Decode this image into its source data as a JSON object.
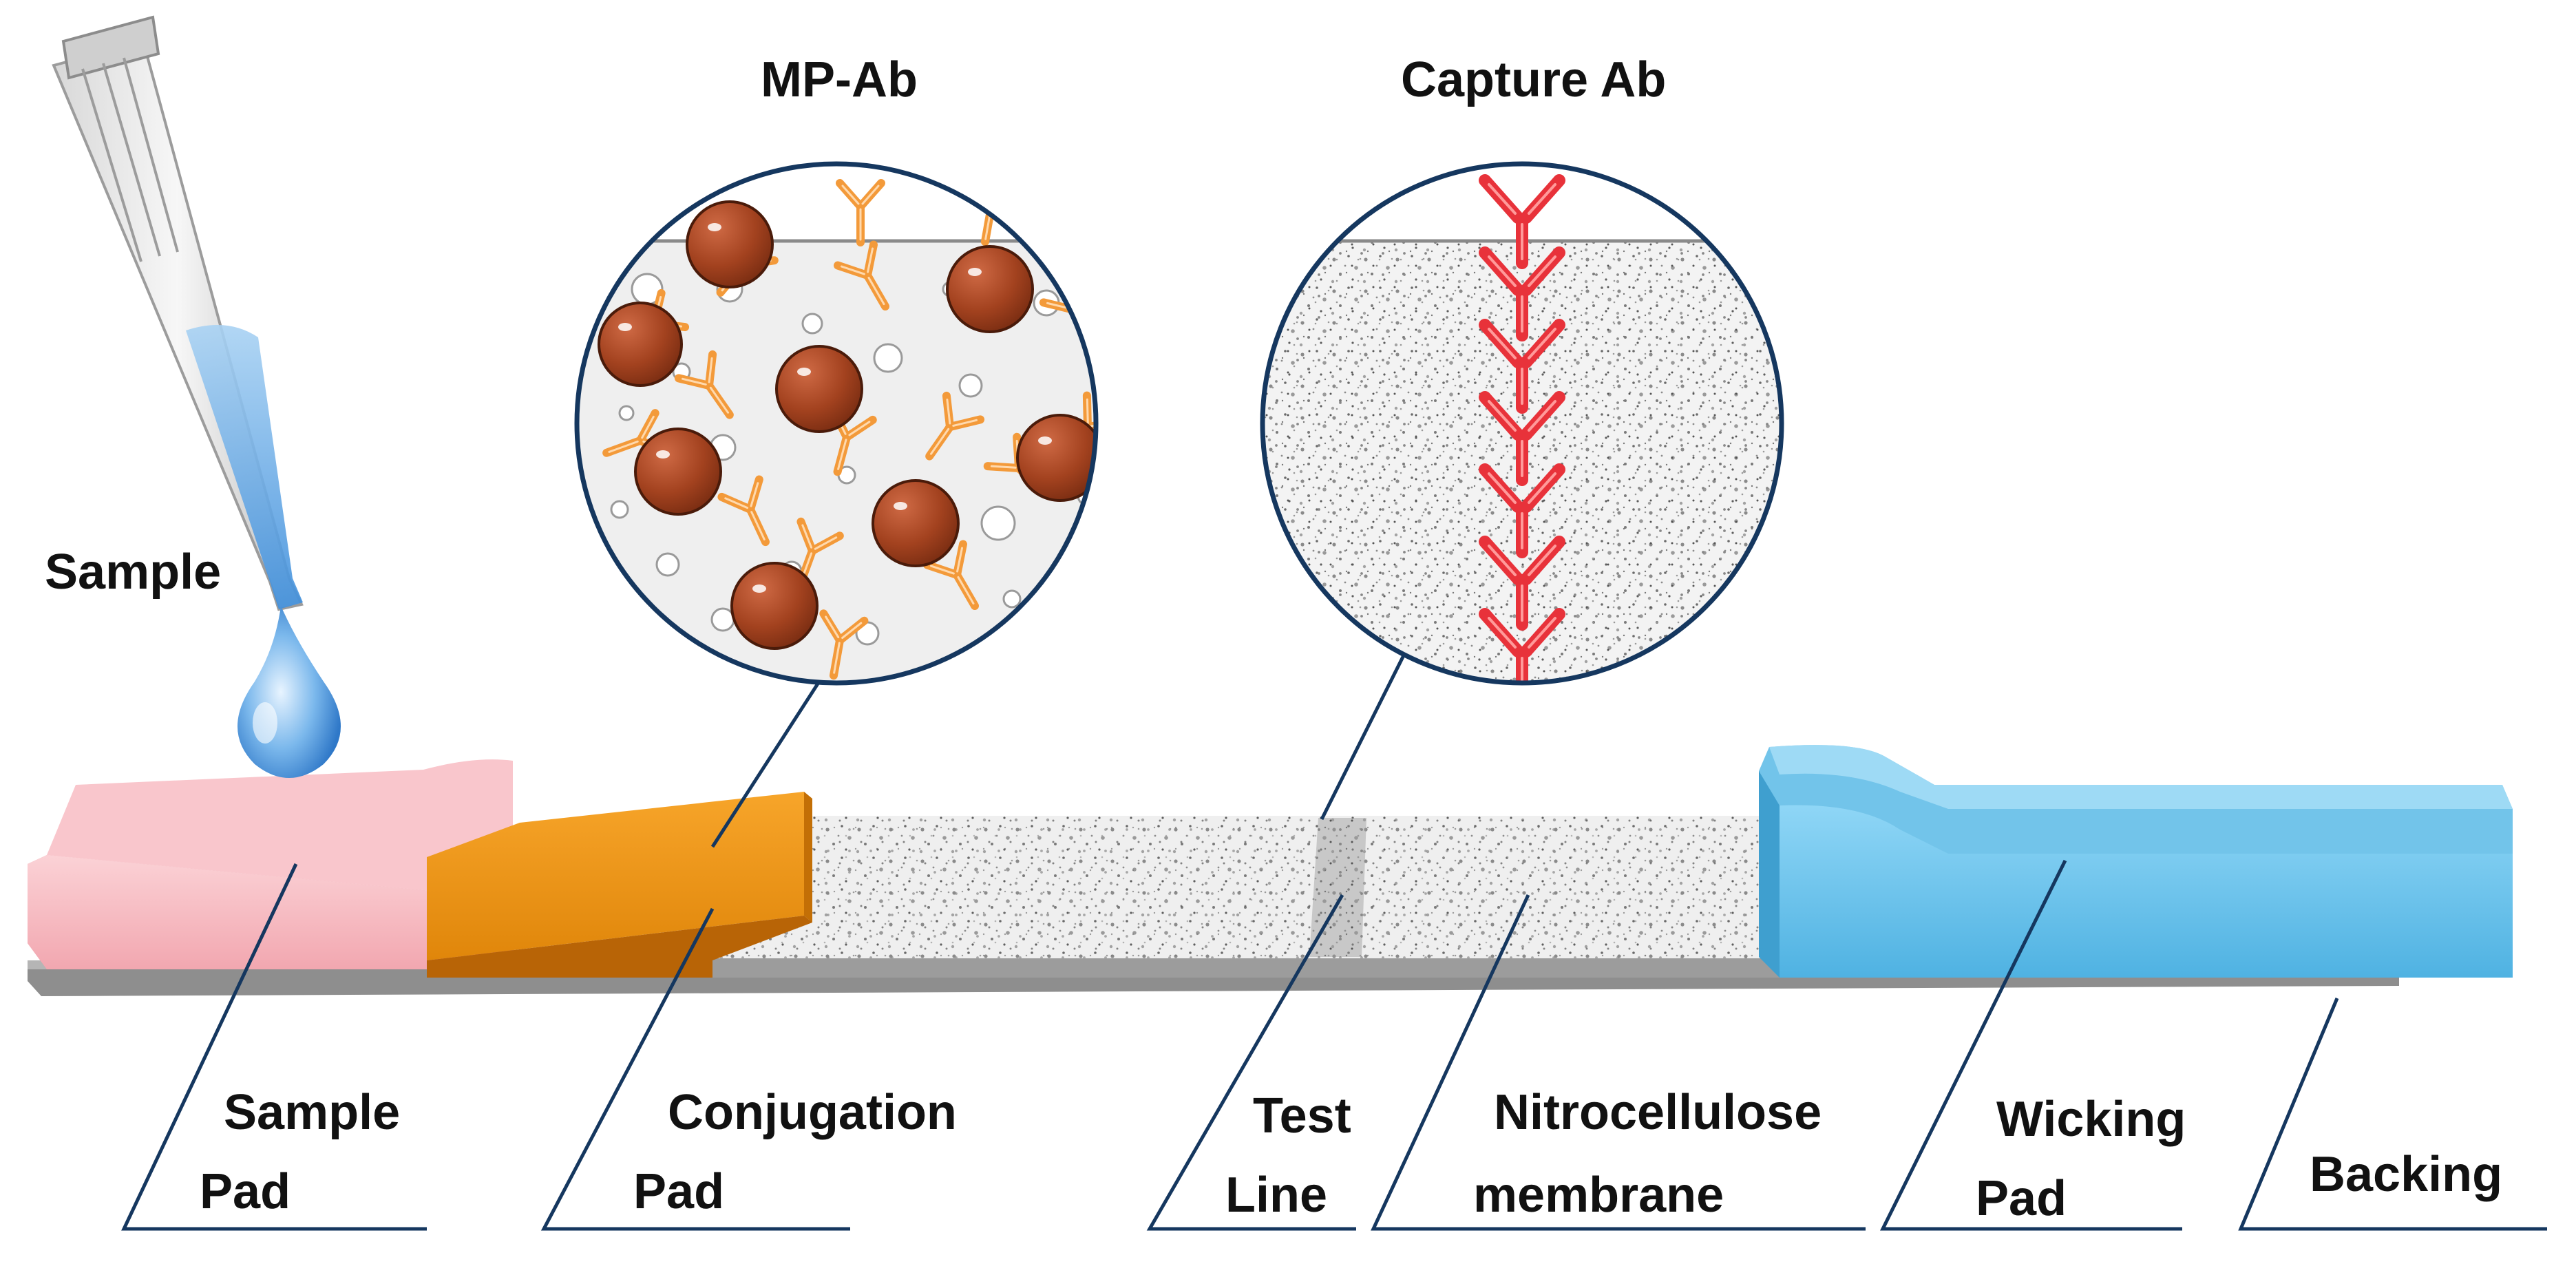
{
  "labels": {
    "sample": "Sample",
    "mp_ab": "MP-Ab",
    "capture_ab": "Capture Ab",
    "sample_pad": [
      "Sample",
      "Pad"
    ],
    "conjugation_pad": [
      "Conjugation",
      "Pad"
    ],
    "test_line": [
      "Test",
      "Line"
    ],
    "nitrocellulose": [
      "Nitrocellulose",
      "membrane"
    ],
    "wicking_pad": [
      "Wicking",
      "Pad"
    ],
    "backing": "Backing"
  },
  "colors": {
    "sample_pad": "#f7b8bf",
    "conjugation_pad": "#f39a12",
    "membrane": "#ececec",
    "wicking_pad": "#6cc6ee",
    "backing": "#8e8e8e",
    "leader_line": "#15375f",
    "microparticle": "#9e3a1c",
    "detection_antibody": "#f39a3a",
    "capture_antibody": "#e8323a",
    "droplet": "#58a6e6"
  }
}
